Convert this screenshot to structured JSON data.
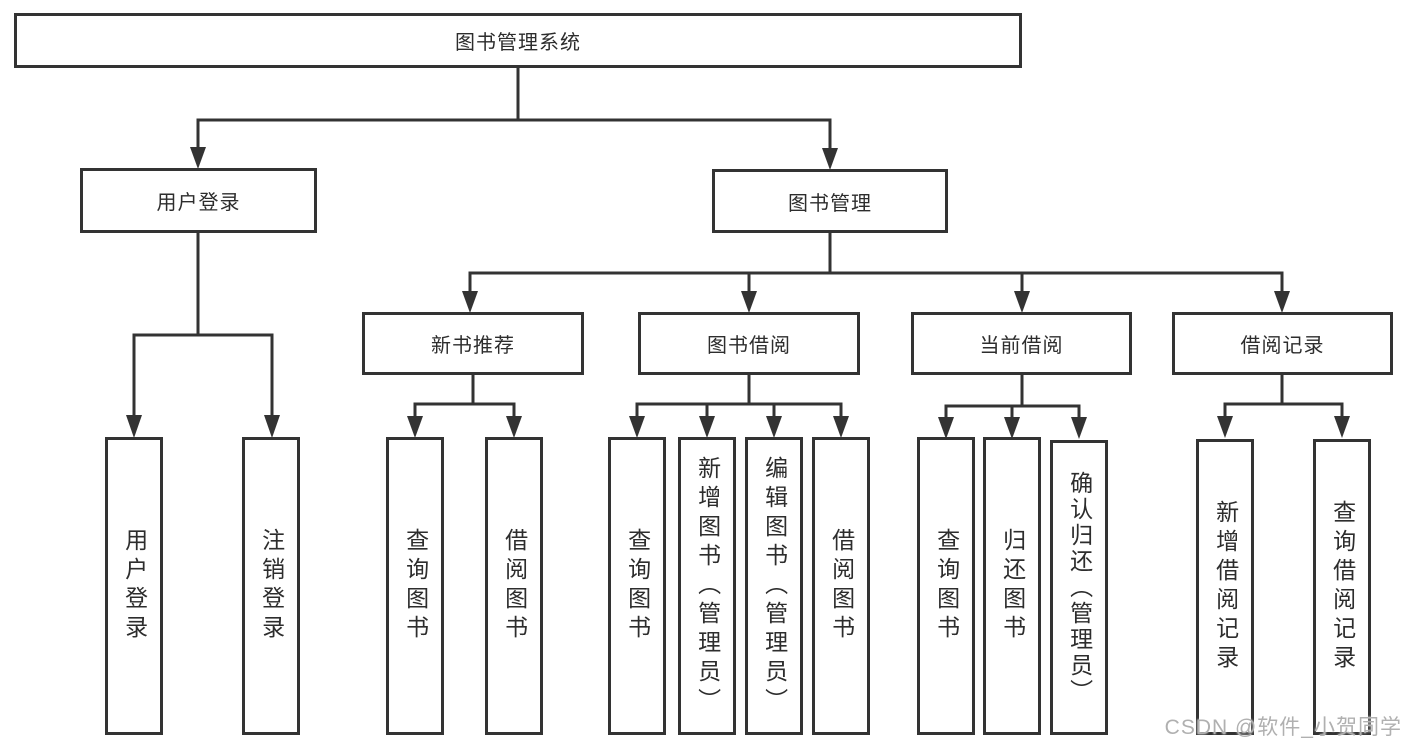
{
  "diagram_title": "图书管理系统",
  "tree": {
    "root": {
      "label": "图书管理系统",
      "children": [
        {
          "label": "用户登录",
          "children": [
            {
              "label": "用户登录"
            },
            {
              "label": "注销登录"
            }
          ]
        },
        {
          "label": "图书管理",
          "children": [
            {
              "label": "新书推荐",
              "children": [
                {
                  "label": "查询图书"
                },
                {
                  "label": "借阅图书"
                }
              ]
            },
            {
              "label": "图书借阅",
              "children": [
                {
                  "label": "查询图书"
                },
                {
                  "label": "新增图书（管理员）"
                },
                {
                  "label": "编辑图书（管理员）"
                },
                {
                  "label": "借阅图书"
                }
              ]
            },
            {
              "label": "当前借阅",
              "children": [
                {
                  "label": "查询图书"
                },
                {
                  "label": "归还图书"
                },
                {
                  "label": "确认归还（管理员）"
                }
              ]
            },
            {
              "label": "借阅记录",
              "children": [
                {
                  "label": "新增借阅记录"
                },
                {
                  "label": "查询借阅记录"
                }
              ]
            }
          ]
        }
      ]
    }
  },
  "watermark": {
    "text": "CSDN @软件_小贺同学"
  },
  "colors": {
    "line": "#333333",
    "text": "#2d2d2d",
    "watermark": "#b0b0b0",
    "background": "#ffffff"
  }
}
